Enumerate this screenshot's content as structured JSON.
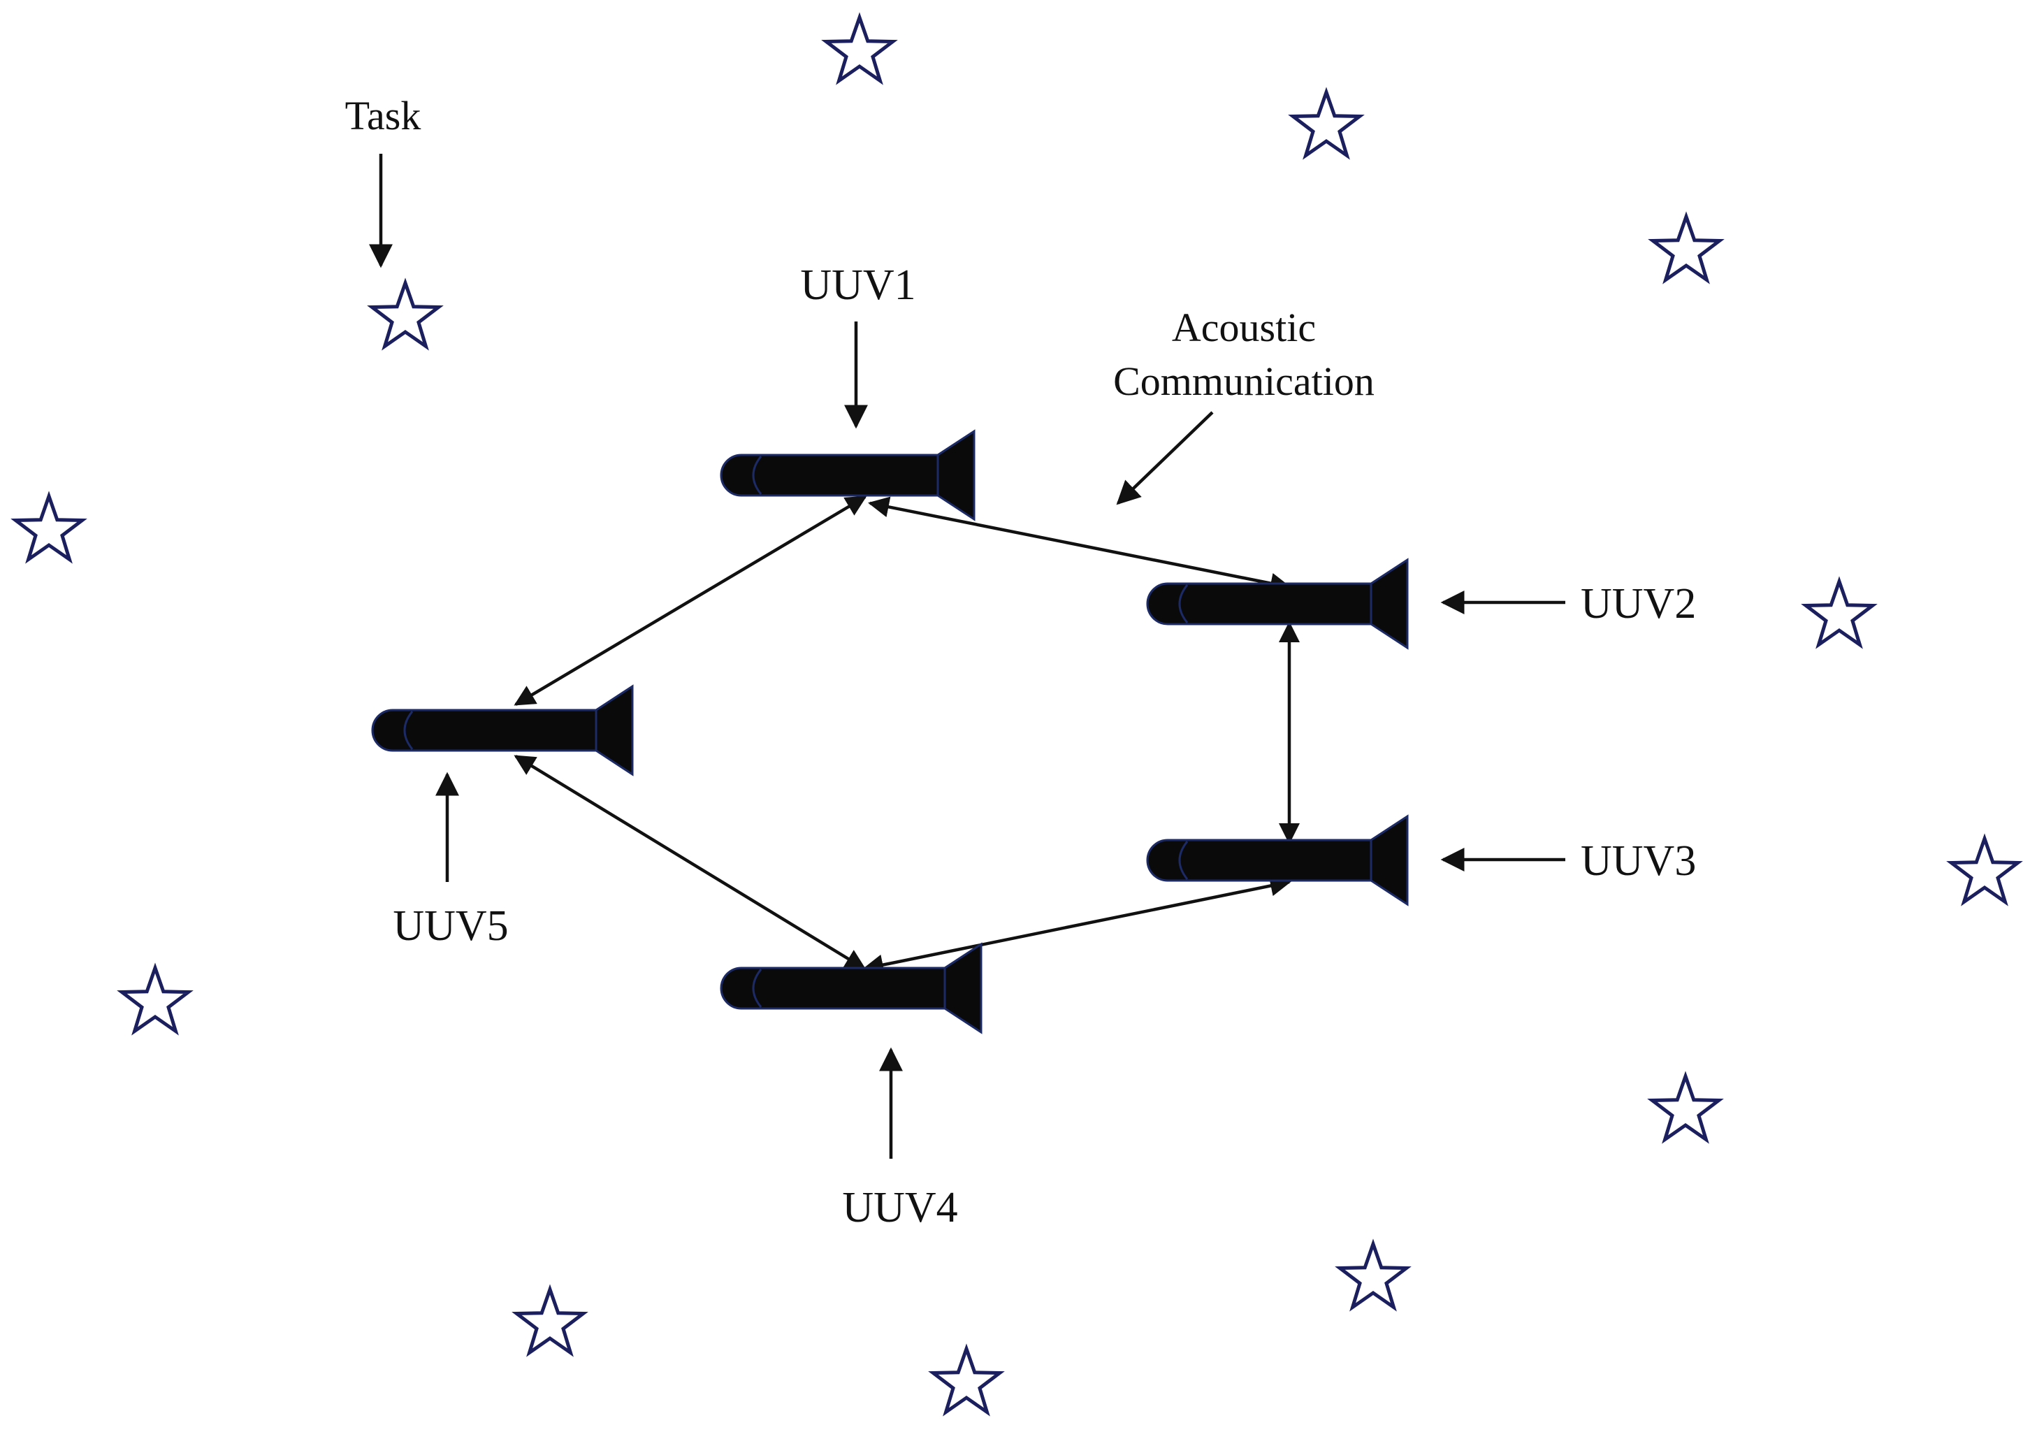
{
  "colors": {
    "background": "#ffffff",
    "star_outline": "#1b1f5e",
    "vehicle_fill": "#0a0a0a",
    "vehicle_outline": "#1c2a66",
    "ink": "#111111"
  },
  "labels": {
    "task": "Task",
    "acoustic_line1": "Acoustic",
    "acoustic_line2": "Communication"
  },
  "vehicles": [
    {
      "id": "uuv1",
      "label": "UUV1"
    },
    {
      "id": "uuv2",
      "label": "UUV2"
    },
    {
      "id": "uuv3",
      "label": "UUV3"
    },
    {
      "id": "uuv4",
      "label": "UUV4"
    },
    {
      "id": "uuv5",
      "label": "UUV5"
    }
  ],
  "links": [
    {
      "from": "UUV1",
      "to": "UUV2",
      "type": "bidirectional"
    },
    {
      "from": "UUV2",
      "to": "UUV3",
      "type": "bidirectional"
    },
    {
      "from": "UUV3",
      "to": "UUV4",
      "type": "bidirectional"
    },
    {
      "from": "UUV4",
      "to": "UUV5",
      "type": "bidirectional"
    },
    {
      "from": "UUV5",
      "to": "UUV1",
      "type": "bidirectional"
    }
  ],
  "icons": {
    "task_marker": "star-icon",
    "vehicle": "uuv-icon"
  }
}
